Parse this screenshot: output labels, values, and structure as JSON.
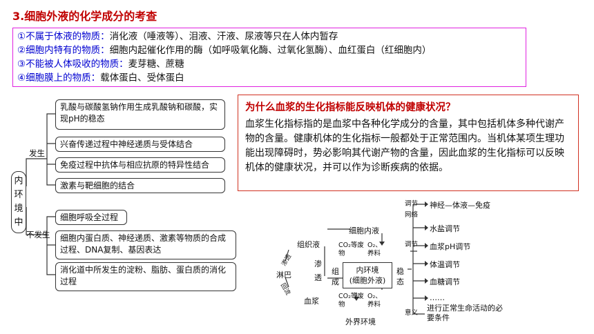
{
  "title": "3.细胞外液的化学成分的考查",
  "summary": [
    {
      "label": "①不属于体液的物质：",
      "text": "消化液（唾液等）、泪液、汗液、尿液等只在人体内暂存"
    },
    {
      "label": "②细胞内特有的物质：",
      "text": "细胞内起催化作用的酶（如呼吸氧化酶、过氧化氢酶）、血红蛋白（红细胞内）"
    },
    {
      "label": "③不能被人体吸收的物质：",
      "text": "麦芽糖、蔗糖"
    },
    {
      "label": "④细胞膜上的物质：",
      "text": "载体蛋白、受体蛋白"
    }
  ],
  "mindmap": {
    "root": "内环境中",
    "occur_label": "发生",
    "not_occur_label": "不发生",
    "occur": [
      "乳酸与碳酸氢钠作用生成乳酸钠和碳酸，实现pH的稳态",
      "兴奋传递过程中神经递质与受体结合",
      "免疫过程中抗体与相应抗原的特异性结合",
      "激素与靶细胞的结合"
    ],
    "not_occur": [
      "细胞呼吸全过程",
      "细胞内蛋白质、神经递质、激素等物质的合成过程、DNA复制、基因表达",
      "消化道中所发生的淀粉、脂肪、蛋白质的消化过程"
    ]
  },
  "question": {
    "q": "为什么血浆的生化指标能反映机体的健康状况？",
    "a": "血浆生化指标指的是血浆中各种化学成分的含量，其中包括机体多种代谢产物的含量。健康机体的生化指标一般都处于正常范围内。当机体某项生理功能出现障碍时，势必影响其代谢产物的含量，因此血浆的生化指标可以反映机体的健康状况，并可以作为诊断疾病的依据。"
  },
  "diagram": {
    "cell_fluid": "细胞内液",
    "tissue_fluid": "组织液",
    "lymph": "淋巴",
    "plasma": "血浆",
    "permeate": "渗透",
    "reflux": "回流",
    "seep": "渗",
    "through": "透",
    "co2_waste": "CO₂等废物",
    "o2_nutrients": "O₂、养料",
    "compose_1": "组",
    "compose_2": "成",
    "internal_env": "内环境",
    "extracellular": "(细胞外液)",
    "external_env": "外界环境",
    "steady_1": "稳",
    "steady_2": "态",
    "regulate": "调节",
    "network": "网络",
    "regulate2": "调节",
    "ner": "神经—体液—免疫",
    "items": [
      "水盐调节",
      "血浆pH调节",
      "体温调节",
      "血糖调节",
      "……"
    ],
    "meaning": "意义",
    "meaning_text": "进行正常生命活动的必要条件"
  }
}
